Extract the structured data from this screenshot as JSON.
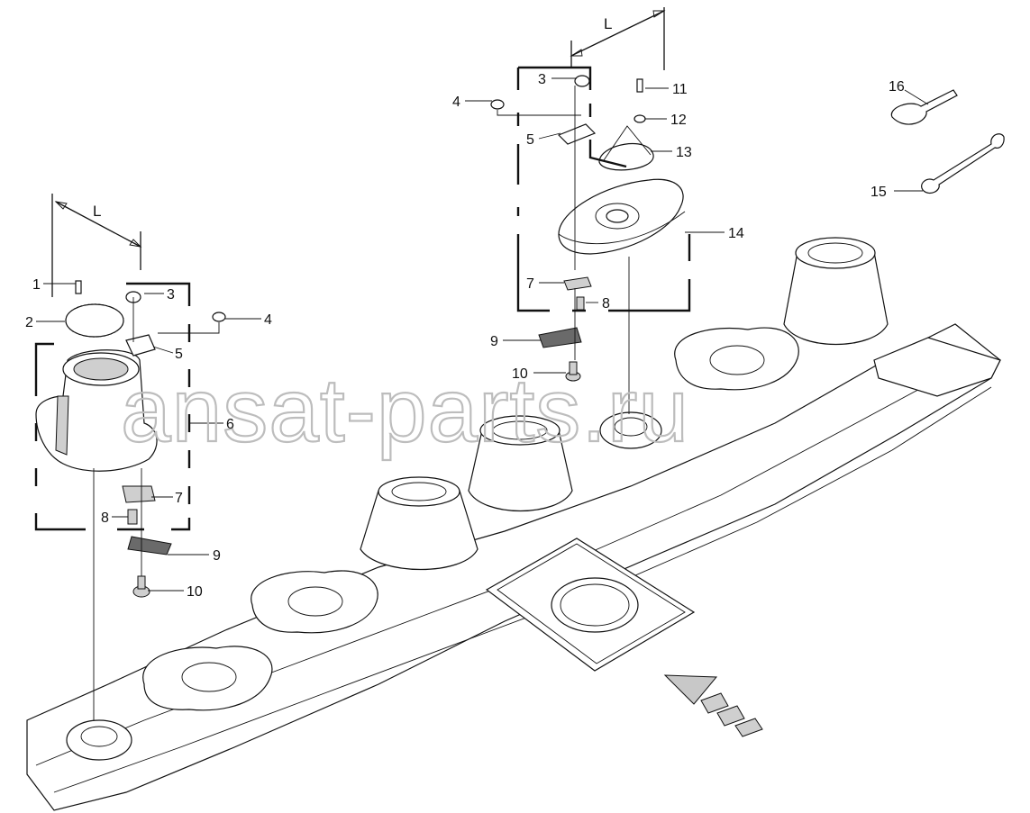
{
  "diagram": {
    "watermark": "ansat-parts.ru",
    "dimension_label": "L",
    "callouts": [
      {
        "id": "c1",
        "text": "1"
      },
      {
        "id": "c2",
        "text": "2"
      },
      {
        "id": "c3a",
        "text": "3"
      },
      {
        "id": "c4a",
        "text": "4"
      },
      {
        "id": "c5a",
        "text": "5"
      },
      {
        "id": "c6",
        "text": "6"
      },
      {
        "id": "c7a",
        "text": "7"
      },
      {
        "id": "c8a",
        "text": "8"
      },
      {
        "id": "c9a",
        "text": "9"
      },
      {
        "id": "c10a",
        "text": "10"
      },
      {
        "id": "c3b",
        "text": "3"
      },
      {
        "id": "c4b",
        "text": "4"
      },
      {
        "id": "c5b",
        "text": "5"
      },
      {
        "id": "c7b",
        "text": "7"
      },
      {
        "id": "c8b",
        "text": "8"
      },
      {
        "id": "c9b",
        "text": "9"
      },
      {
        "id": "c10b",
        "text": "10"
      },
      {
        "id": "c11",
        "text": "11"
      },
      {
        "id": "c12",
        "text": "12"
      },
      {
        "id": "c13",
        "text": "13"
      },
      {
        "id": "c14",
        "text": "14"
      },
      {
        "id": "c15",
        "text": "15"
      },
      {
        "id": "c16",
        "text": "16"
      }
    ]
  }
}
